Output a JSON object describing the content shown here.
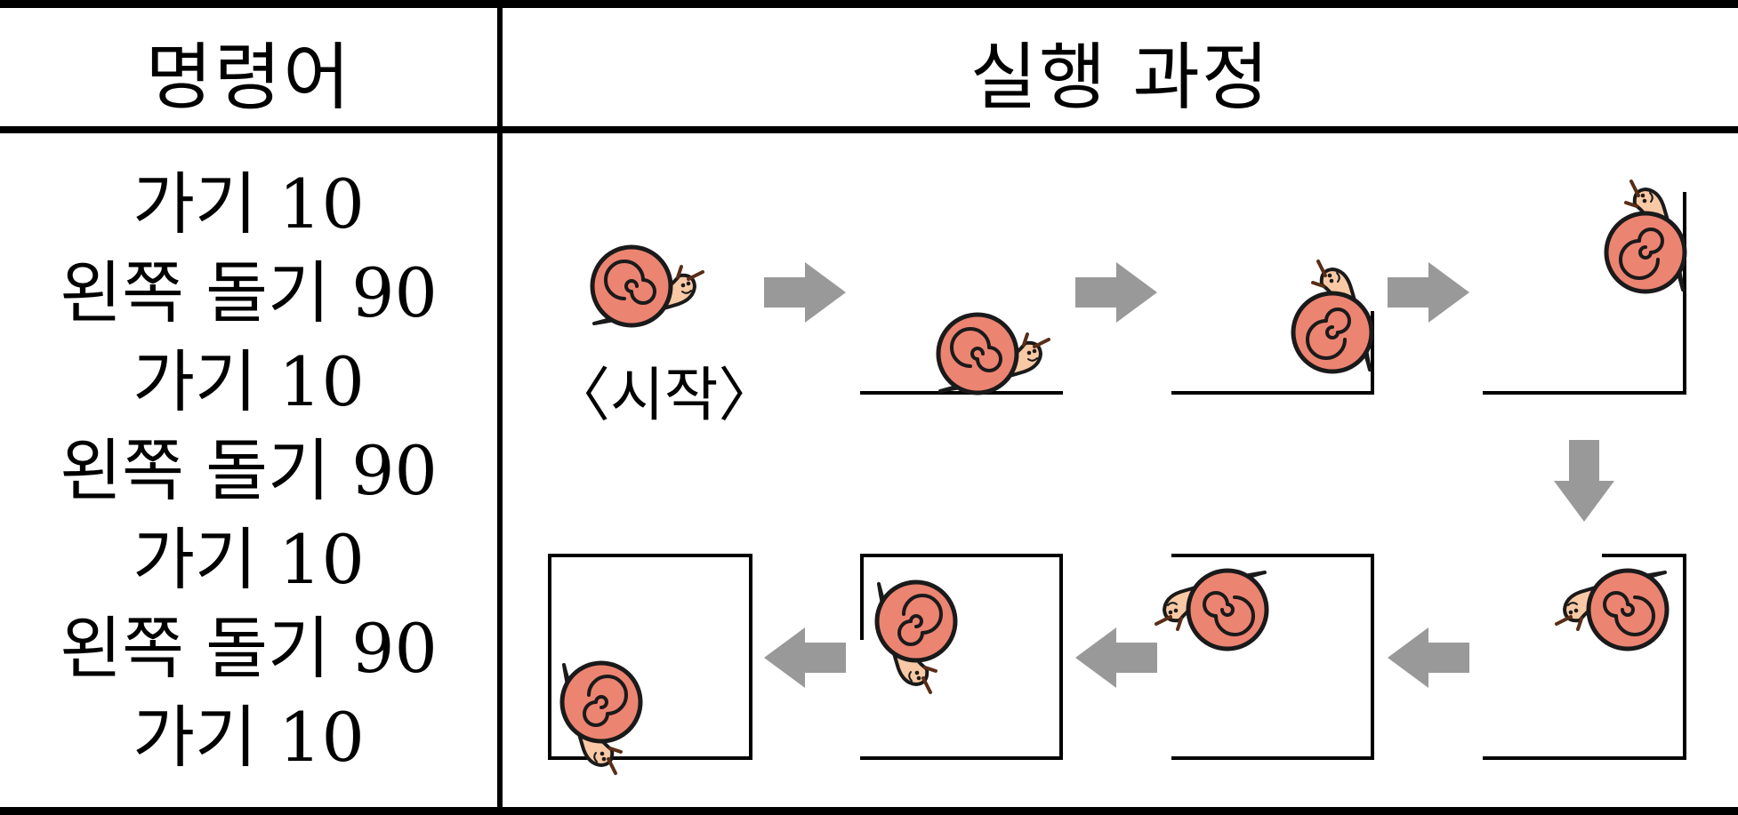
{
  "table": {
    "header_commands": "명령어",
    "header_process": "실행 과정"
  },
  "commands": [
    "가기 10",
    "왼쪽 돌기 90",
    "가기 10",
    "왼쪽 돌기 90",
    "가기 10",
    "왼쪽 돌기 90",
    "가기 10"
  ],
  "start_label": "〈시작〉",
  "colors": {
    "line": "#000000",
    "arrow": "#999999",
    "shell": "#ec8472",
    "body": "#f9c9a5",
    "outline": "#1a1a1a",
    "antenna": "#5a2d16"
  },
  "icons": {
    "arrow": "arrow-icon",
    "snail": "snail-icon"
  }
}
